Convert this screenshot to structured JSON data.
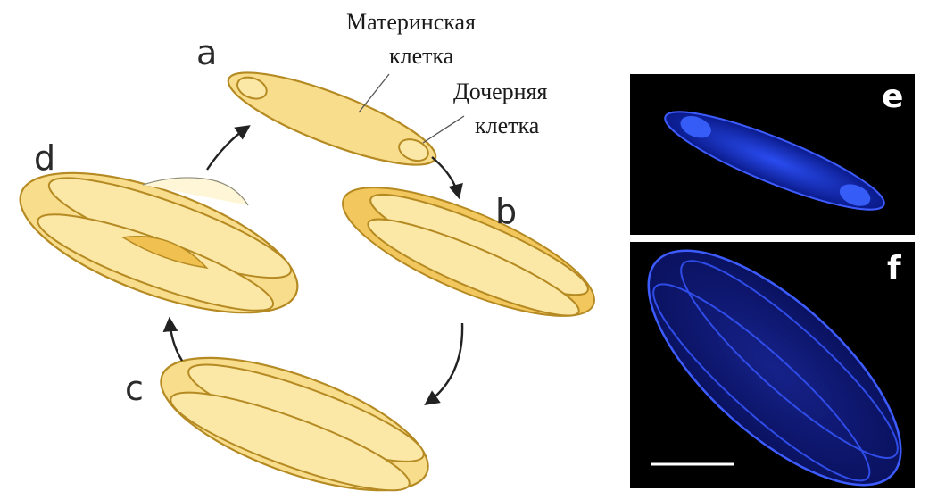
{
  "labels": {
    "stage_a": "a",
    "stage_b": "b",
    "stage_c": "c",
    "stage_d": "d",
    "mother_cell": [
      "Материнская",
      "клетка"
    ],
    "daughter_cell": [
      "Дочерняя",
      "клетка"
    ]
  },
  "panels": {
    "top": "e",
    "bottom": "f"
  },
  "colors": {
    "cell_fill": "#f7dd8c",
    "cell_dark": "#f2c85e",
    "cell_outline": "#b58a22",
    "fluorescence": "#1f3bd6",
    "panel_bg": "#000000"
  }
}
